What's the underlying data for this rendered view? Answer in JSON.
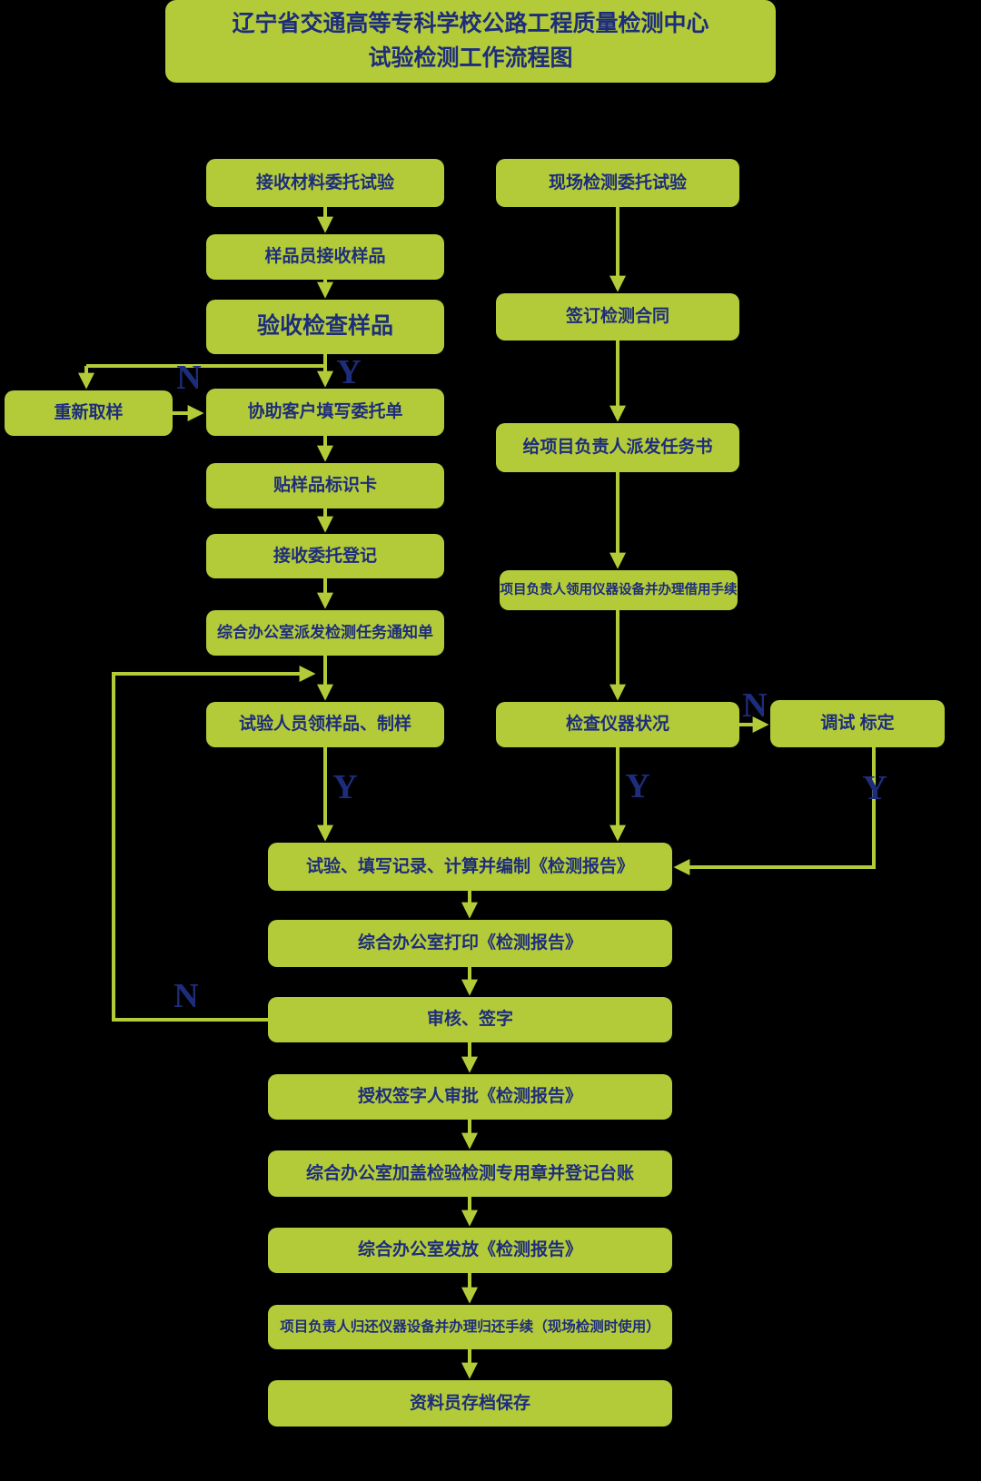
{
  "title": {
    "line1": "辽宁省交通高等专科学校公路工程质量检测中心",
    "line2": "试验检测工作流程图"
  },
  "colors": {
    "box": "#b4cb39",
    "text": "#1d2d7c",
    "line": "#b4cb39",
    "bg": "#000000"
  },
  "nodes": {
    "receive_material": "接收材料委托试验",
    "sampler_receive": "样品员接收样品",
    "inspect_sample": "验收检查样品",
    "resample": "重新取样",
    "assist_fill": "协助客户填写委托单",
    "label_card": "贴样品标识卡",
    "register_commission": "接收委托登记",
    "dispatch_notice": "综合办公室派发检测任务通知单",
    "fetch_sample": "试验人员领样品、制样",
    "site_commission": "现场检测委托试验",
    "sign_contract": "签订检测合同",
    "assign_task": "给项目负责人派发任务书",
    "borrow_equipment": "项目负责人领用仪器设备并办理借用手续",
    "check_instrument": "检查仪器状况",
    "calibrate": "调试 标定",
    "test_record": "试验、填写记录、计算并编制《检测报告》",
    "print_report": "综合办公室打印《检测报告》",
    "review_sign": "审核、签字",
    "approve_report": "授权签字人审批《检测报告》",
    "stamp_register": "综合办公室加盖检验检测专用章并登记台账",
    "issue_report": "综合办公室发放《检测报告》",
    "return_equipment": "项目负责人归还仪器设备并办理归还手续（现场检测时使用）",
    "archive": "资料员存档保存"
  },
  "branch_labels": {
    "n_resample": "N",
    "y_accept": "Y",
    "y_sample": "Y",
    "y_instrument": "Y",
    "n_instrument": "N",
    "y_calibrate": "Y",
    "n_review": "N"
  }
}
